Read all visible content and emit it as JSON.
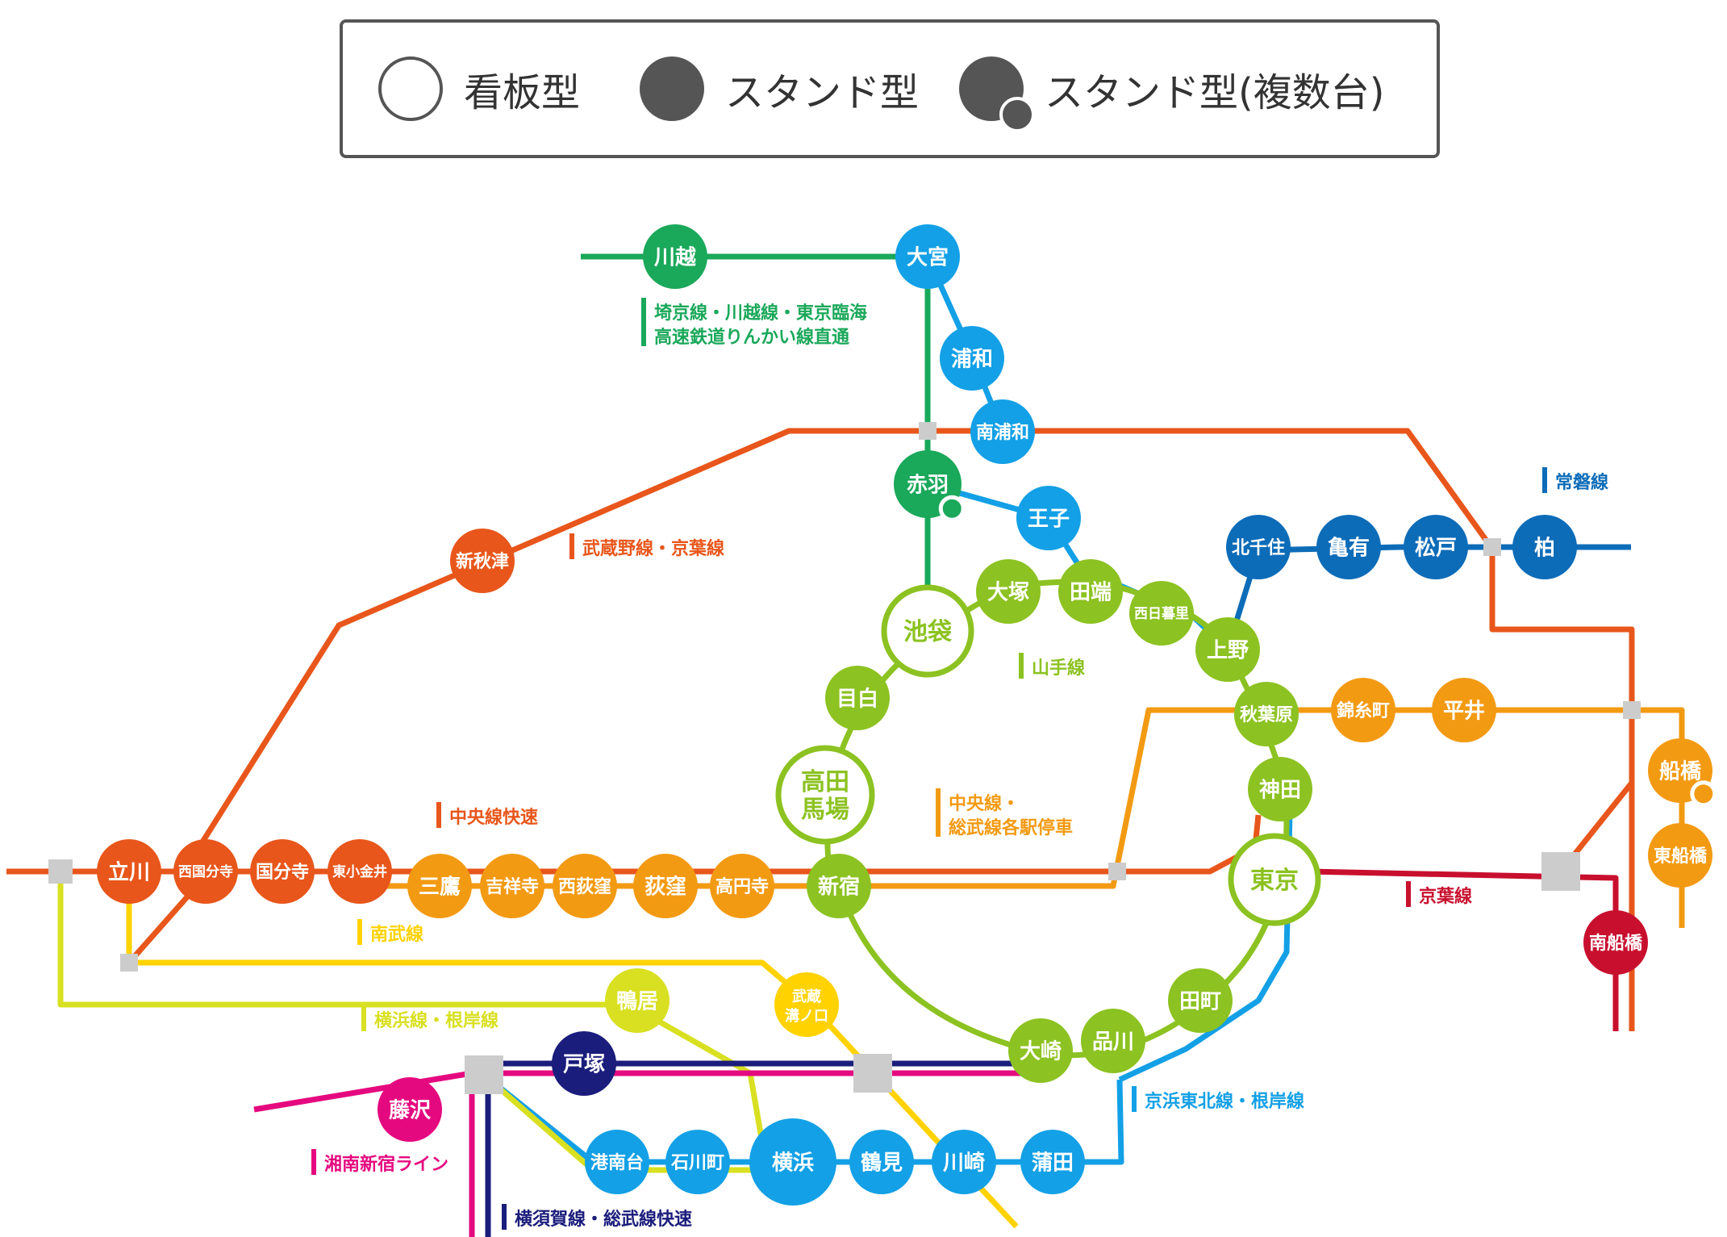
{
  "legend": {
    "items": [
      {
        "label": "看板型",
        "symbol": "open-circle-icon"
      },
      {
        "label": "スタンド型",
        "symbol": "filled-circle-icon"
      },
      {
        "label": "スタンド型(複数台)",
        "symbol": "filled-circle-multi-icon"
      }
    ]
  },
  "colors": {
    "saikyo": "#1aa85a",
    "musashino": "#e8561b",
    "chuo_rapid": "#e8561b",
    "chuo_sobu_local": "#f39a13",
    "yamanote": "#8cc221",
    "keihin_tohoku": "#13a0e6",
    "joban": "#0d6cb8",
    "keiyo": "#c8102e",
    "nambu": "#ffd200",
    "yokohama": "#d9e021",
    "shonan_shinjuku": "#e5097f",
    "yokosuka": "#1b1d7c",
    "transfer": "#cccccc",
    "text_on_station": "#ffffff"
  },
  "line_labels": [
    {
      "id": "saikyo",
      "text1": "埼京線・川越線・東京臨海",
      "text2": "高速鉄道りんかい線直通"
    },
    {
      "id": "musashino",
      "text1": "武蔵野線・京葉線"
    },
    {
      "id": "joban",
      "text1": "常磐線"
    },
    {
      "id": "yamanote",
      "text1": "山手線"
    },
    {
      "id": "chuo_rapid",
      "text1": "中央線快速"
    },
    {
      "id": "chuo_sobu",
      "text1": "中央線・",
      "text2": "総武線各駅停車"
    },
    {
      "id": "nambu",
      "text1": "南武線"
    },
    {
      "id": "keiyo",
      "text1": "京葉線"
    },
    {
      "id": "yokohama",
      "text1": "横浜線・根岸線"
    },
    {
      "id": "keihin",
      "text1": "京浜東北線・根岸線"
    },
    {
      "id": "shonan",
      "text1": "湘南新宿ライン"
    },
    {
      "id": "yokosuka",
      "text1": "横須賀線・総武線快速"
    }
  ],
  "stations": [
    {
      "id": "kawagoe",
      "name": "川越",
      "type": "stand",
      "color": "saikyo"
    },
    {
      "id": "omiya",
      "name": "大宮",
      "type": "stand",
      "color": "keihin_tohoku"
    },
    {
      "id": "urawa",
      "name": "浦和",
      "type": "stand",
      "color": "keihin_tohoku"
    },
    {
      "id": "minamiurawa",
      "name": "南浦和",
      "type": "stand",
      "color": "keihin_tohoku"
    },
    {
      "id": "akabane",
      "name": "赤羽",
      "type": "multi",
      "color": "saikyo"
    },
    {
      "id": "oji",
      "name": "王子",
      "type": "stand",
      "color": "keihin_tohoku"
    },
    {
      "id": "shinakitsu",
      "name": "新秋津",
      "type": "stand",
      "color": "musashino"
    },
    {
      "id": "kitasenju",
      "name": "北千住",
      "type": "stand",
      "color": "joban"
    },
    {
      "id": "kameari",
      "name": "亀有",
      "type": "stand",
      "color": "joban"
    },
    {
      "id": "matsudo",
      "name": "松戸",
      "type": "stand",
      "color": "joban"
    },
    {
      "id": "kashiwa",
      "name": "柏",
      "type": "stand",
      "color": "joban"
    },
    {
      "id": "otsuka",
      "name": "大塚",
      "type": "stand",
      "color": "yamanote"
    },
    {
      "id": "tabata",
      "name": "田端",
      "type": "stand",
      "color": "yamanote"
    },
    {
      "id": "nishinippori",
      "name": "西日暮里",
      "type": "stand",
      "color": "yamanote"
    },
    {
      "id": "ikebukuro",
      "name": "池袋",
      "type": "signboard",
      "color": "yamanote"
    },
    {
      "id": "ueno",
      "name": "上野",
      "type": "stand",
      "color": "yamanote"
    },
    {
      "id": "mejiro",
      "name": "目白",
      "type": "stand",
      "color": "yamanote"
    },
    {
      "id": "akihabara",
      "name": "秋葉原",
      "type": "stand",
      "color": "yamanote"
    },
    {
      "id": "kinshicho",
      "name": "錦糸町",
      "type": "stand",
      "color": "chuo_sobu_local"
    },
    {
      "id": "hirai",
      "name": "平井",
      "type": "stand",
      "color": "chuo_sobu_local"
    },
    {
      "id": "funabashi",
      "name": "船橋",
      "type": "multi",
      "color": "chuo_sobu_local"
    },
    {
      "id": "takadanobaba",
      "name": "高田馬場",
      "type": "signboard",
      "color": "yamanote"
    },
    {
      "id": "kanda",
      "name": "神田",
      "type": "stand",
      "color": "yamanote"
    },
    {
      "id": "higashifunabashi",
      "name": "東船橋",
      "type": "stand",
      "color": "chuo_sobu_local"
    },
    {
      "id": "tachikawa",
      "name": "立川",
      "type": "stand",
      "color": "chuo_rapid"
    },
    {
      "id": "nishikokubunji",
      "name": "西国分寺",
      "type": "stand",
      "color": "chuo_rapid"
    },
    {
      "id": "kokubunji",
      "name": "国分寺",
      "type": "stand",
      "color": "chuo_rapid"
    },
    {
      "id": "higashikoganei",
      "name": "東小金井",
      "type": "stand",
      "color": "chuo_rapid"
    },
    {
      "id": "mitaka",
      "name": "三鷹",
      "type": "stand",
      "color": "chuo_sobu_local"
    },
    {
      "id": "kichijoji",
      "name": "吉祥寺",
      "type": "stand",
      "color": "chuo_sobu_local"
    },
    {
      "id": "nishiogikubo",
      "name": "西荻窪",
      "type": "stand",
      "color": "chuo_sobu_local"
    },
    {
      "id": "ogikubo",
      "name": "荻窪",
      "type": "stand",
      "color": "chuo_sobu_local"
    },
    {
      "id": "koenji",
      "name": "高円寺",
      "type": "stand",
      "color": "chuo_sobu_local"
    },
    {
      "id": "shinjuku",
      "name": "新宿",
      "type": "stand",
      "color": "yamanote"
    },
    {
      "id": "tokyo",
      "name": "東京",
      "type": "signboard",
      "color": "yamanote"
    },
    {
      "id": "minamifunabashi",
      "name": "南船橋",
      "type": "stand",
      "color": "keiyo"
    },
    {
      "id": "kamoi",
      "name": "鴨居",
      "type": "stand",
      "color": "yokohama"
    },
    {
      "id": "musashimizonokuchi",
      "name": "武蔵",
      "name2": "溝ノ口",
      "type": "stand",
      "color": "nambu"
    },
    {
      "id": "tamachi",
      "name": "田町",
      "type": "stand",
      "color": "yamanote"
    },
    {
      "id": "totsuka",
      "name": "戸塚",
      "type": "stand",
      "color": "yokosuka"
    },
    {
      "id": "osaki",
      "name": "大崎",
      "type": "stand",
      "color": "yamanote"
    },
    {
      "id": "shinagawa",
      "name": "品川",
      "type": "stand",
      "color": "yamanote"
    },
    {
      "id": "fujisawa",
      "name": "藤沢",
      "type": "stand",
      "color": "shonan_shinjuku"
    },
    {
      "id": "konandai",
      "name": "港南台",
      "type": "stand",
      "color": "keihin_tohoku"
    },
    {
      "id": "ishikawacho",
      "name": "石川町",
      "type": "stand",
      "color": "keihin_tohoku"
    },
    {
      "id": "yokohama",
      "name": "横浜",
      "type": "stand",
      "color": "keihin_tohoku"
    },
    {
      "id": "tsurumi",
      "name": "鶴見",
      "type": "stand",
      "color": "keihin_tohoku"
    },
    {
      "id": "kawasaki",
      "name": "川崎",
      "type": "stand",
      "color": "keihin_tohoku"
    },
    {
      "id": "kamata",
      "name": "蒲田",
      "type": "stand",
      "color": "keihin_tohoku"
    }
  ]
}
